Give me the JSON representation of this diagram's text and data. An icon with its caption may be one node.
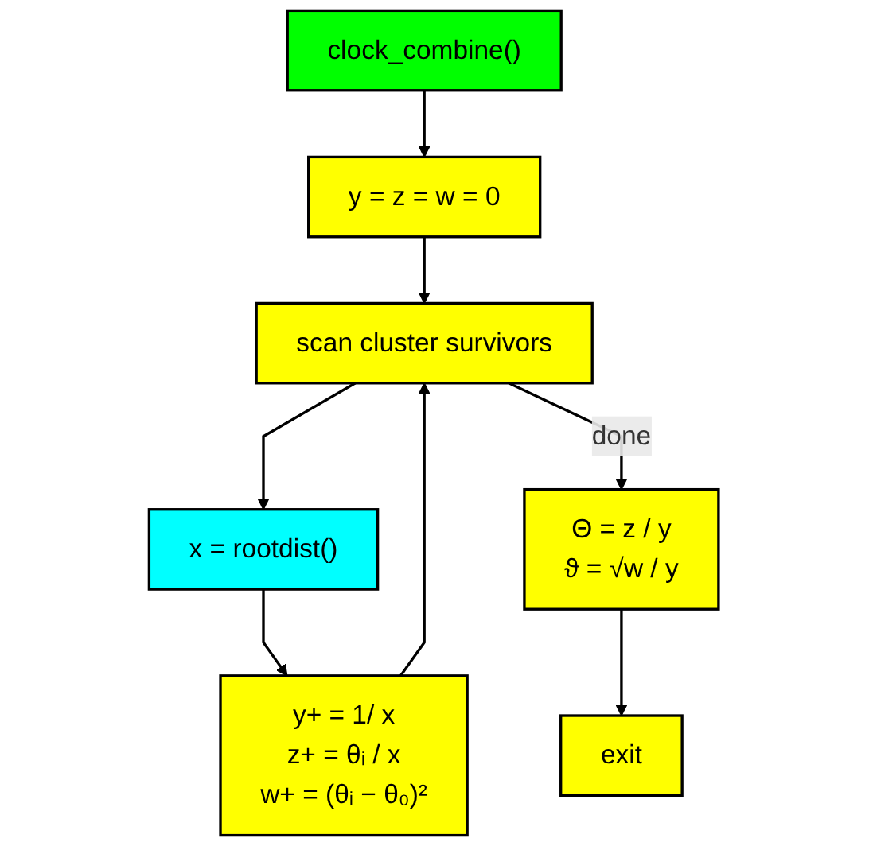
{
  "diagram": {
    "nodes": [
      {
        "text": [
          "clock_combine()"
        ]
      },
      {
        "text": [
          "y = z = w = 0"
        ]
      },
      {
        "text": [
          "scan cluster survivors"
        ]
      },
      {
        "text": [
          "x = rootdist()"
        ]
      },
      {
        "text": [
          "y+ = 1/ x",
          "z+ = θᵢ / x",
          "w+ = (θᵢ − θ₀)²"
        ]
      },
      {
        "text": [
          "Θ = z / y",
          "ϑ = √w / y"
        ]
      },
      {
        "text": [
          "exit"
        ]
      }
    ],
    "edges": [
      {
        "from": 0,
        "to": 1,
        "arrow": "to"
      },
      {
        "from": 1,
        "to": 2,
        "arrow": "to"
      },
      {
        "from": 2,
        "to": 3,
        "arrow": "to"
      },
      {
        "from": 3,
        "to": 4,
        "arrow": "to"
      },
      {
        "from": 4,
        "to": 2,
        "arrow": "to"
      },
      {
        "from": 2,
        "to": 5,
        "arrow": "to",
        "label": "done"
      },
      {
        "from": 5,
        "to": 6,
        "arrow": "to"
      }
    ]
  }
}
